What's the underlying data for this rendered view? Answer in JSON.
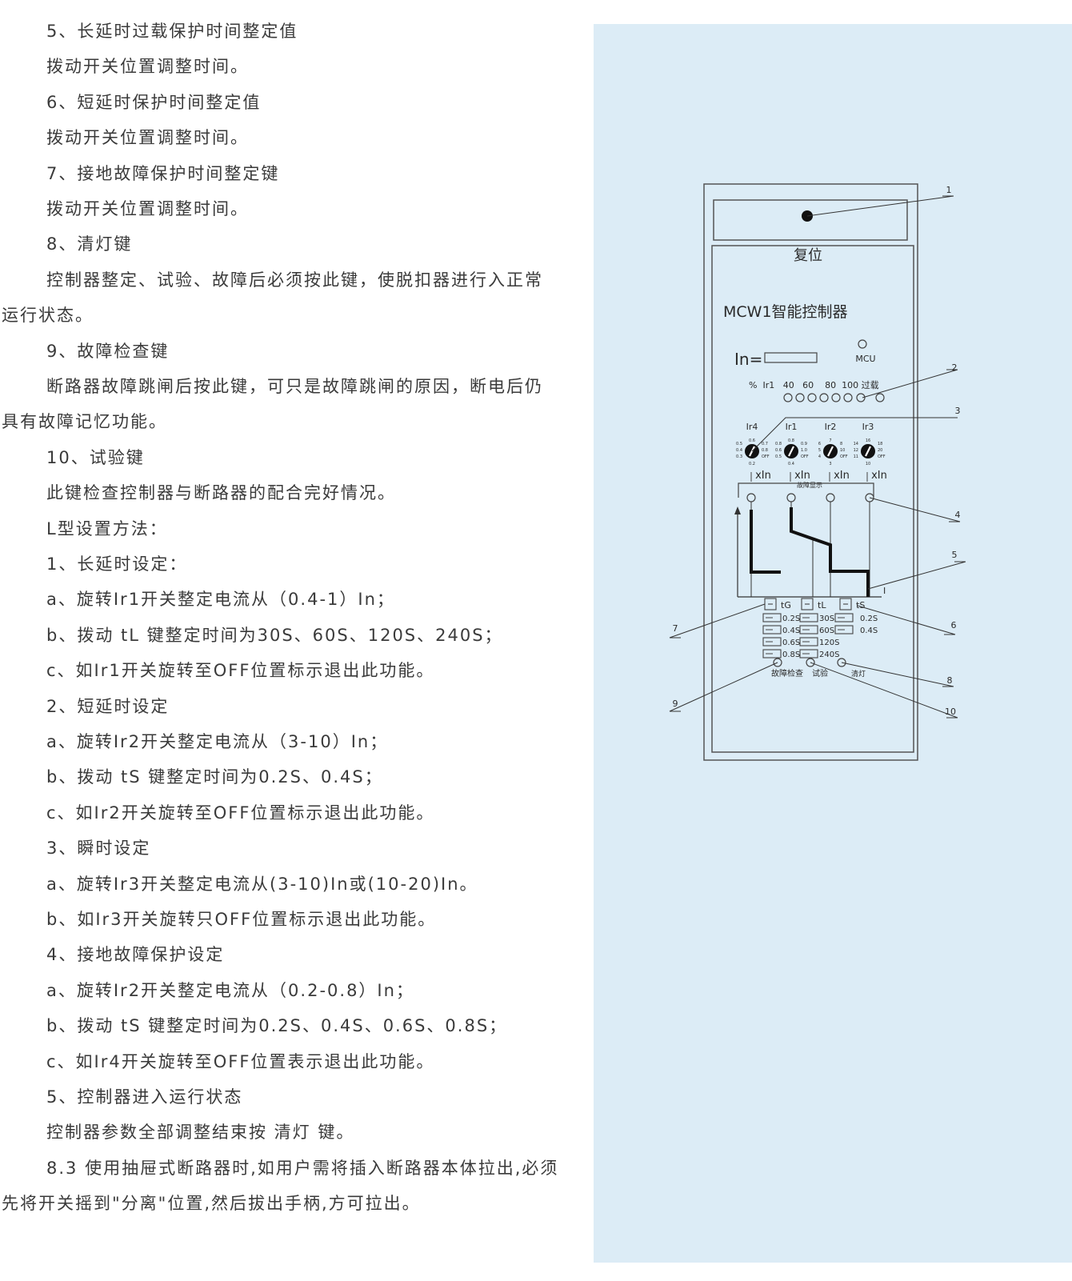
{
  "text_lines": [
    {
      "text": "5、长延时过载保护时间整定值",
      "indent": 1
    },
    {
      "text": "拨动开关位置调整时间。",
      "indent": 1
    },
    {
      "text": "6、短延时保护时间整定值",
      "indent": 1
    },
    {
      "text": "拨动开关位置调整时间。",
      "indent": 1
    },
    {
      "text": "7、接地故障保护时间整定键",
      "indent": 1
    },
    {
      "text": "拨动开关位置调整时间。",
      "indent": 1
    },
    {
      "text": "8、清灯键",
      "indent": 1
    },
    {
      "text": "控制器整定、试验、故障后必须按此键，使脱扣器进行入正常",
      "indent": 1
    },
    {
      "text": "运行状态。",
      "indent": 0
    },
    {
      "text": "9、故障检查键",
      "indent": 1
    },
    {
      "text": "断路器故障跳闸后按此键，可只是故障跳闸的原因，断电后仍",
      "indent": 1
    },
    {
      "text": "具有故障记忆功能。",
      "indent": 0
    },
    {
      "text": "10、试验键",
      "indent": 1
    },
    {
      "text": "此键检查控制器与断路器的配合完好情况。",
      "indent": 1
    },
    {
      "text": "L型设置方法：",
      "indent": 1
    },
    {
      "text": "1、长延时设定：",
      "indent": 1
    },
    {
      "text": "a、旋转Ir1开关整定电流从（0.4-1）In；",
      "indent": 1
    },
    {
      "text": "b、拨动 tL 键整定时间为30S、60S、120S、240S；",
      "indent": 1
    },
    {
      "text": "c、如Ir1开关旋转至OFF位置标示退出此功能。",
      "indent": 1
    },
    {
      "text": "2、短延时设定",
      "indent": 1
    },
    {
      "text": "a、旋转Ir2开关整定电流从（3-10）In；",
      "indent": 1
    },
    {
      "text": "b、拨动 tS 键整定时间为0.2S、0.4S；",
      "indent": 1
    },
    {
      "text": "c、如Ir2开关旋转至OFF位置标示退出此功能。",
      "indent": 1
    },
    {
      "text": "3、瞬时设定",
      "indent": 1
    },
    {
      "text": "a、旋转Ir3开关整定电流从(3-10)In或(10-20)In。",
      "indent": 1
    },
    {
      "text": "b、如Ir3开关旋转只OFF位置标示退出此功能。",
      "indent": 1
    },
    {
      "text": "4、接地故障保护设定",
      "indent": 1
    },
    {
      "text": "a、旋转Ir2开关整定电流从（0.2-0.8）In；",
      "indent": 1
    },
    {
      "text": "b、拨动 tS 键整定时间为0.2S、0.4S、0.6S、0.8S；",
      "indent": 1
    },
    {
      "text": "c、如Ir4开关旋转至OFF位置表示退出此功能。",
      "indent": 1
    },
    {
      "text": "5、控制器进入运行状态",
      "indent": 1
    },
    {
      "text": "控制器参数全部调整结束按 清灯 键。",
      "indent": 1
    },
    {
      "text": "8.3 使用抽屉式断路器时,如用户需将插入断路器本体拉出,必须",
      "indent": 1
    },
    {
      "text": "先将开关摇到\"分离\"位置,然后拔出手柄,方可拉出。",
      "indent": 0
    }
  ],
  "diagram": {
    "reset_label": "复位",
    "title": "MCW1智能控制器",
    "in_label": "In=",
    "mcu_label": "MCU",
    "led_row_label": "%  Ir1   40   60    80  100 过载",
    "knobs": [
      {
        "label": "Ir4",
        "scale_left": [
          "0.5",
          "0.4",
          "0.3"
        ],
        "scale_right": [
          "0.7",
          "0.8",
          "OFF"
        ],
        "scale_top": "0.6",
        "scale_bottom": "0.2",
        "unit": "xIn"
      },
      {
        "label": "Ir1",
        "scale_left": [
          "0.8",
          "0.6",
          "0.5"
        ],
        "scale_right": [
          "0.9",
          "1.0",
          "OFF"
        ],
        "scale_top": "0.8",
        "scale_bottom": "0.4",
        "unit": "xIn"
      },
      {
        "label": "Ir2",
        "scale_left": [
          "6",
          "5",
          "4"
        ],
        "scale_right": [
          "8",
          "10",
          "OFF"
        ],
        "scale_top": "7",
        "scale_bottom": "3",
        "unit": "xIn"
      },
      {
        "label": "Ir3",
        "scale_left": [
          "14",
          "12",
          "11"
        ],
        "scale_right": [
          "18",
          "20",
          "OFF"
        ],
        "scale_top": "16",
        "scale_bottom": "10",
        "unit": "xIn"
      }
    ],
    "fault_display_label": "故障显示",
    "axis_i_label": "I",
    "switch_groups": [
      {
        "label": "tG",
        "options": [
          "0.2S",
          "0.4S",
          "0.6S",
          "0.8S"
        ]
      },
      {
        "label": "tL",
        "options": [
          "30S",
          "60S",
          "120S",
          "240S"
        ]
      },
      {
        "label": "tS",
        "options": [
          "0.2S",
          "0.4S"
        ]
      }
    ],
    "buttons": {
      "fault_check": "故障检查",
      "test": "试验",
      "clear": "清灯"
    },
    "callouts": [
      "1",
      "2",
      "3",
      "4",
      "5",
      "6",
      "7",
      "8",
      "9",
      "10"
    ]
  }
}
